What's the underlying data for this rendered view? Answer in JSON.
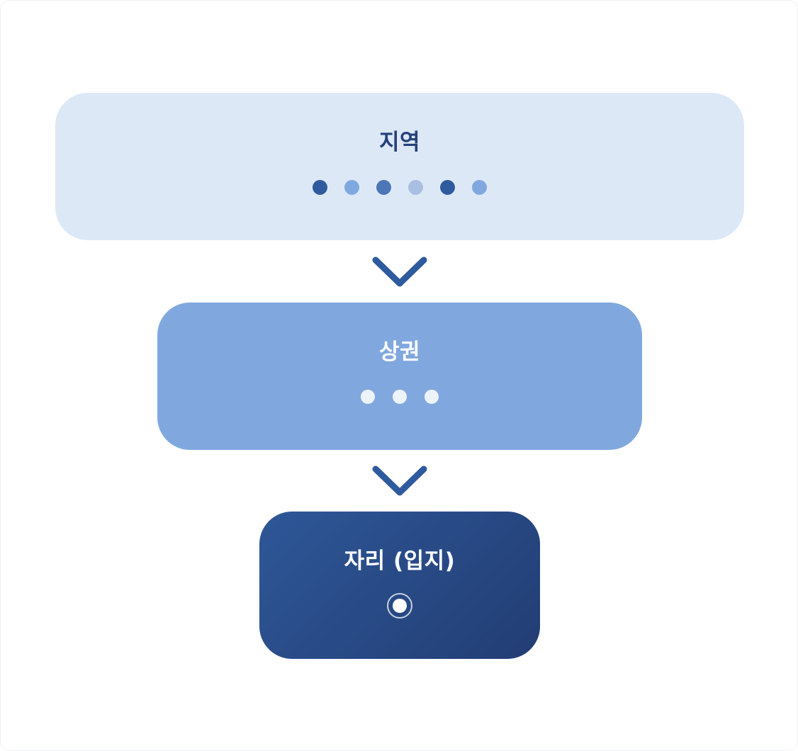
{
  "colors": {
    "level1_bg": "#dde8f7",
    "level1_text": "#25417c",
    "level2_bg": "#80a8df",
    "level2_text": "#ffffff",
    "level3_bg_start": "#2e5797",
    "level3_bg_end": "#223d74",
    "level3_text": "#ffffff",
    "arrow": "#2f5a9e"
  },
  "levels": [
    {
      "title": "지역",
      "dot_colors": [
        "#2f5a9e",
        "#80a8df",
        "#4c76b6",
        "#a9bfe2",
        "#2f5a9e",
        "#80a8df"
      ]
    },
    {
      "title": "상권",
      "dot_colors": [
        "#eef2f9",
        "#eef2f9",
        "#eef2f9"
      ]
    },
    {
      "title": "자리 (입지)",
      "marker_icon": "target-icon"
    }
  ],
  "connectors": [
    {
      "icon": "chevron-down-icon"
    },
    {
      "icon": "chevron-down-icon"
    }
  ]
}
